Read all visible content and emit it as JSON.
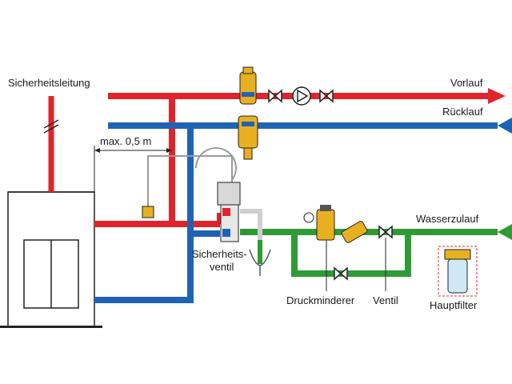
{
  "colors": {
    "supply": "#e0242c",
    "return": "#1f63b6",
    "water": "#2f9b35",
    "fitting_brass": "#e8b020",
    "outline": "#222222"
  },
  "labels": {
    "safety_line": "Sicherheitsleitung",
    "supply": "Vorlauf",
    "return": "Rücklauf",
    "max_distance": "max. 0,5 m",
    "water_inlet": "Wasserzulauf",
    "safety_valve_line1": "Sicherheits-",
    "safety_valve_line2": "ventil",
    "pressure_reducer": "Druckminderer",
    "valve": "Ventil",
    "main_filter": "Hauptfilter"
  }
}
